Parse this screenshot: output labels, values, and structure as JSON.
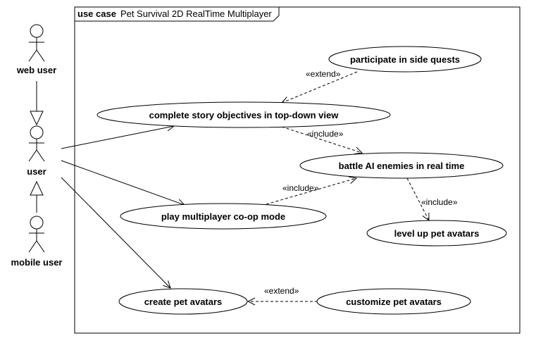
{
  "frame": {
    "keyword": "use case",
    "title": "Pet Survival 2D RealTime Multiplayer"
  },
  "actors": {
    "web_user": "web user",
    "user": "user",
    "mobile_user": "mobile user"
  },
  "use_cases": {
    "side_quests": "participate in side quests",
    "story": "complete story objectives in top-down view",
    "battle": "battle AI enemies in real time",
    "multiplayer": "play multiplayer co-op mode",
    "level_up": "level up pet avatars",
    "create": "create pet avatars",
    "customize": "customize pet avatars"
  },
  "relations": {
    "extend_side_quests": "«extend»",
    "include_story_battle": "«include»",
    "include_multi_battle": "«include»",
    "include_battle_level": "«include»",
    "extend_customize": "«extend»"
  }
}
